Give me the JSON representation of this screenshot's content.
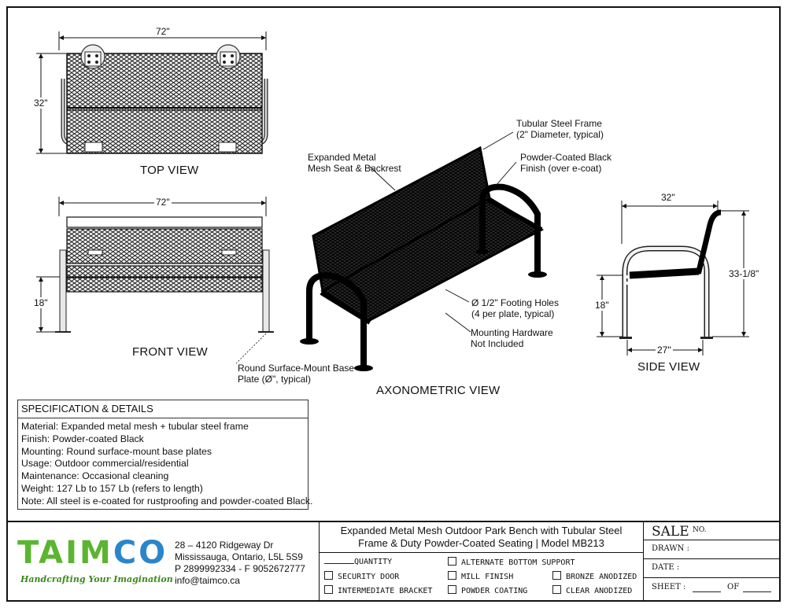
{
  "views": {
    "top": {
      "title": "TOP VIEW",
      "width_dim": "72\"",
      "depth_dim": "32\""
    },
    "front": {
      "title": "FRONT VIEW",
      "width_dim": "72\"",
      "height_dim": "18\""
    },
    "axonometric": {
      "title": "AXONOMETRIC VIEW"
    },
    "side": {
      "title": "SIDE VIEW",
      "depth_dim": "32\"",
      "height_dim": "33-1/8\"",
      "seat_dim": "18\"",
      "base_dim": "27\""
    }
  },
  "callouts": {
    "frame": [
      "Tubular Steel Frame",
      "(2\" Diameter, typical)"
    ],
    "mesh": [
      "Expanded Metal",
      "Mesh Seat & Backrest"
    ],
    "finish": [
      "Powder-Coated Black",
      "Finish (over e-coat)"
    ],
    "footing": [
      "Ø 1/2\" Footing Holes",
      "(4 per plate, typical)"
    ],
    "hardware": [
      "Mounting Hardware",
      "Not Included"
    ],
    "base": [
      "Round Surface-Mount Base",
      "Plate (Ø\", typical)"
    ]
  },
  "spec": {
    "heading": "SPECIFICATION & DETAILS",
    "lines": [
      "Material: Expanded metal mesh + tubular steel frame",
      "Finish: Powder-coated Black",
      "Mounting: Round surface-mount base plates",
      "Usage: Outdoor commercial/residential",
      "Maintenance: Occasional cleaning",
      "Weight: 127 Lb to 157 Lb (refers to length)",
      "Note: All steel is e-coated for rustproofing and powder-coated Black."
    ]
  },
  "company": {
    "logo": "TAIMCO",
    "tagline": "Handcrafting Your Imagination",
    "address": [
      "28 – 4120 Ridgeway Dr",
      "Mississauga, Ontario, L5L 5S9",
      "P 2899992334 - F 9052672777",
      "info@taimco.ca"
    ],
    "colors": {
      "green": "#5cb531",
      "blue": "#2b86c9"
    }
  },
  "product": {
    "title_line1": "Expanded Metal Mesh Outdoor Park Bench with Tubular Steel",
    "title_line2": "Frame & Duty Powder-Coated Seating | Model MB213"
  },
  "options": {
    "quantity": "QUANTITY",
    "items": [
      "ALTERNATE BOTTOM SUPPORT",
      "SECURITY DOOR",
      "MILL FINISH",
      "BRONZE ANODIZED",
      "INTERMEDIATE BRACKET",
      "POWDER COATING",
      "CLEAR ANODIZED"
    ]
  },
  "titleblock": {
    "sale": "SALE",
    "sale_no": "NO.",
    "drawn": "DRAWN :",
    "date": "DATE :",
    "sheet": "SHEET :",
    "of": "OF"
  }
}
